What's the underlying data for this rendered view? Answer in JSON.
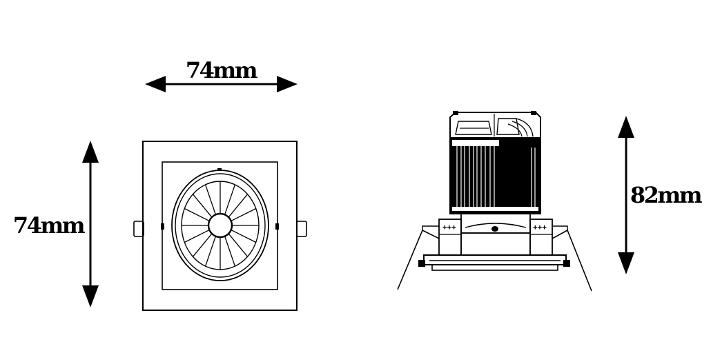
{
  "dimensions": {
    "top_width": "74mm",
    "front_height": "74mm",
    "side_height": "82mm"
  },
  "colors": {
    "line": "#000000",
    "background": "#ffffff"
  }
}
